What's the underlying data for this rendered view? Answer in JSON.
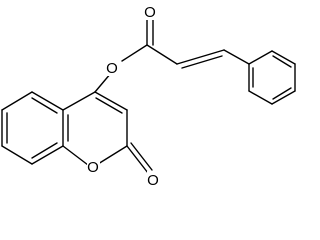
{
  "molecule": {
    "atoms": [
      {
        "id": "O_ester",
        "label": "O"
      },
      {
        "id": "O_carbonyl",
        "label": "O"
      },
      {
        "id": "O_ring",
        "label": "O"
      },
      {
        "id": "O_lactone",
        "label": "O"
      }
    ]
  }
}
